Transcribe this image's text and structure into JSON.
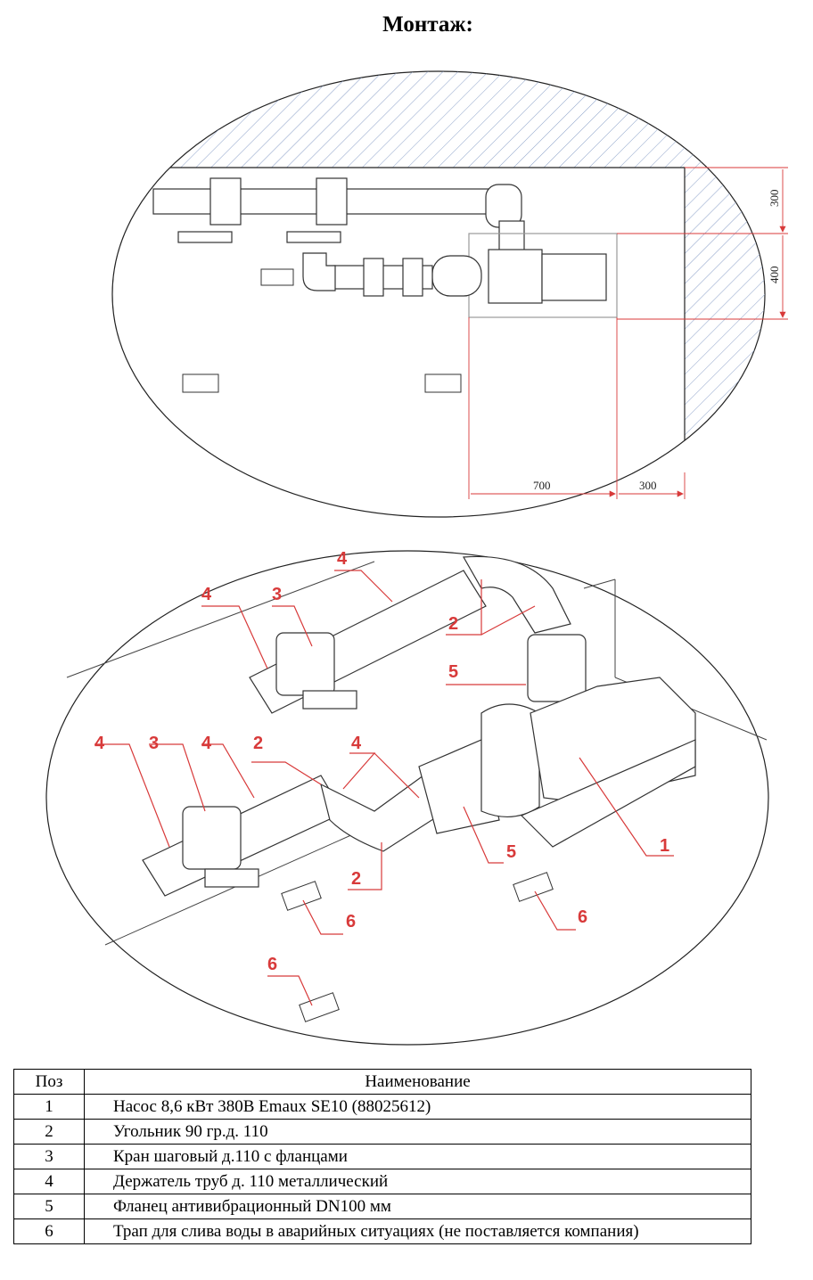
{
  "title": "Монтаж:",
  "plan": {
    "dims": {
      "v1": "300",
      "v2": "400",
      "h1": "700",
      "h2": "300"
    }
  },
  "iso": {
    "callouts": [
      "4",
      "3",
      "4",
      "2",
      "5",
      "4",
      "3",
      "4",
      "2",
      "4",
      "2",
      "5",
      "1",
      "6",
      "6",
      "6"
    ]
  },
  "table": {
    "headers": {
      "pos": "Поз",
      "name": "Наименование"
    },
    "rows": [
      {
        "pos": "1",
        "name": "Насос 8,6 кВт 380В Emaux SE10 (88025612)"
      },
      {
        "pos": "2",
        "name": "Угольник 90 гр.д. 110"
      },
      {
        "pos": "3",
        "name": "Кран шаговый  д.110 с фланцами"
      },
      {
        "pos": "4",
        "name": "Держатель труб д. 110 металлический"
      },
      {
        "pos": "5",
        "name": "Фланец антивибрационный DN100 мм"
      },
      {
        "pos": "6",
        "name": "Трап для слива воды в аварийных ситуациях (не поставляется компания)"
      }
    ]
  }
}
